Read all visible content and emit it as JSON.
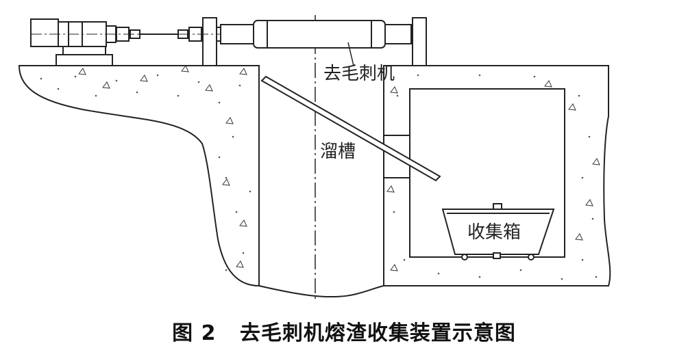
{
  "labels": {
    "deburring_machine": "去毛刺机",
    "chute": "溜槽",
    "collection_box": "收集箱"
  },
  "caption": "图 2   去毛刺机熔渣收集装置示意图",
  "colors": {
    "line": "#222222",
    "concrete_dot": "#555555",
    "background": "#ffffff"
  }
}
